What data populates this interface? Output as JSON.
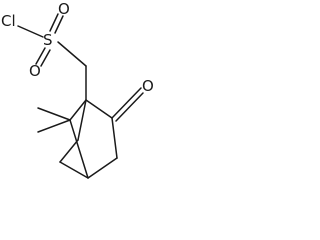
{
  "molecule": {
    "atoms": {
      "chlorine": "Cl",
      "sulfur": "S",
      "sulfonyl_oxygen_top": "O",
      "sulfonyl_oxygen_bottom": "O",
      "ketone_oxygen": "O"
    }
  }
}
